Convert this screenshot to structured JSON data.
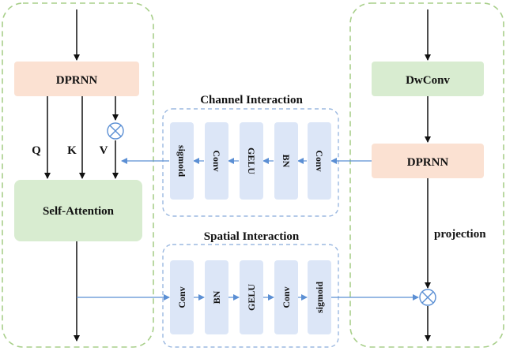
{
  "left_block": {
    "dprnn_label": "DPRNN",
    "self_attention_label": "Self-Attention",
    "q_label": "Q",
    "k_label": "K",
    "v_label": "V"
  },
  "right_block": {
    "dwconv_label": "DwConv",
    "dprnn_label": "DPRNN",
    "projection_label": "projection"
  },
  "channel_interaction": {
    "title": "Channel Interaction",
    "blocks": [
      "sigmoid",
      "Conv",
      "GELU",
      "BN",
      "Conv"
    ]
  },
  "spatial_interaction": {
    "title": "Spatial Interaction",
    "blocks": [
      "Conv",
      "BN",
      "GELU",
      "Conv",
      "sigmoid"
    ]
  },
  "colors": {
    "dprnn_fill": "#fbe1d2",
    "self_attention_fill": "#d8ecd0",
    "dwconv_fill": "#d8ecd0",
    "block_fill": "#dce6f7",
    "green_dash": "#a8cf8a",
    "blue_dash": "#9bb8e0",
    "blue_arrow": "#5b8fd4"
  }
}
